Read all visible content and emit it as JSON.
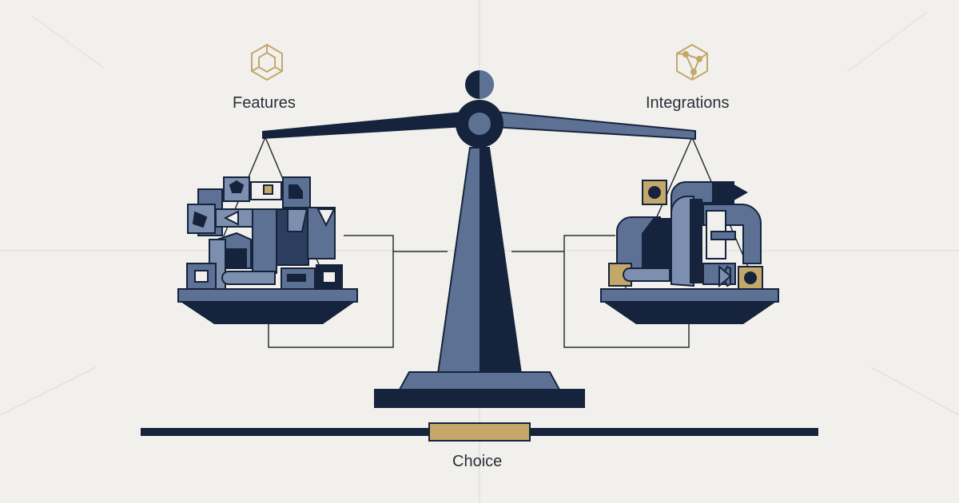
{
  "labels": {
    "left": "Features",
    "right": "Integrations",
    "base": "Choice"
  },
  "icons": {
    "left": "hexagon-cube-icon",
    "right": "hexagon-network-icon"
  },
  "colors": {
    "background": "#f1f0ec",
    "navy": "#15233d",
    "slate": "#5d7194",
    "slate_light": "#7d8fae",
    "gold": "#c4a86a",
    "line": "#2b2f38"
  }
}
